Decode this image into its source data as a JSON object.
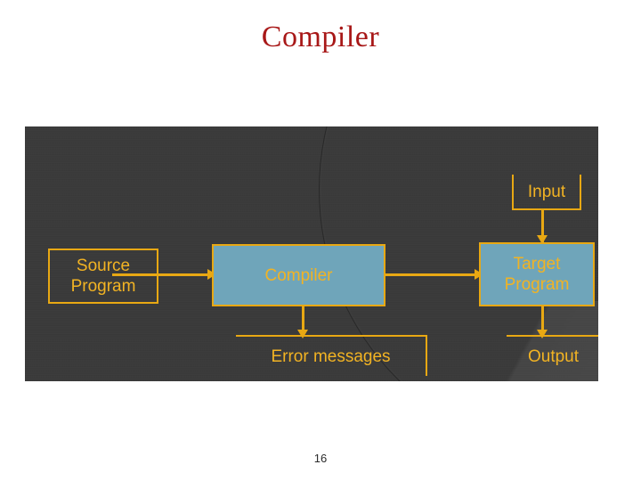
{
  "slide": {
    "title": "Compiler",
    "title_color": "#A81818",
    "page_number": "16"
  },
  "diagram": {
    "background_color": "#3a3a3a",
    "accent_color": "#E8A813",
    "box_fill_color": "#6FA5BA",
    "text_color": "#F2B323",
    "nodes": [
      {
        "id": "source-program",
        "label": "Source\nProgram",
        "style": "outline"
      },
      {
        "id": "compiler",
        "label": "Compiler",
        "style": "filled"
      },
      {
        "id": "target-program",
        "label": "Target\nProgram",
        "style": "filled"
      },
      {
        "id": "input",
        "label": "Input",
        "style": "open-label"
      },
      {
        "id": "error-messages",
        "label": "Error messages",
        "style": "open-label"
      },
      {
        "id": "output",
        "label": "Output",
        "style": "open-label"
      }
    ],
    "connections": [
      {
        "from": "source-program",
        "to": "compiler",
        "direction": "right"
      },
      {
        "from": "compiler",
        "to": "target-program",
        "direction": "right"
      },
      {
        "from": "compiler",
        "to": "error-messages",
        "direction": "down"
      },
      {
        "from": "input",
        "to": "target-program",
        "direction": "down"
      },
      {
        "from": "target-program",
        "to": "output",
        "direction": "down"
      }
    ]
  }
}
